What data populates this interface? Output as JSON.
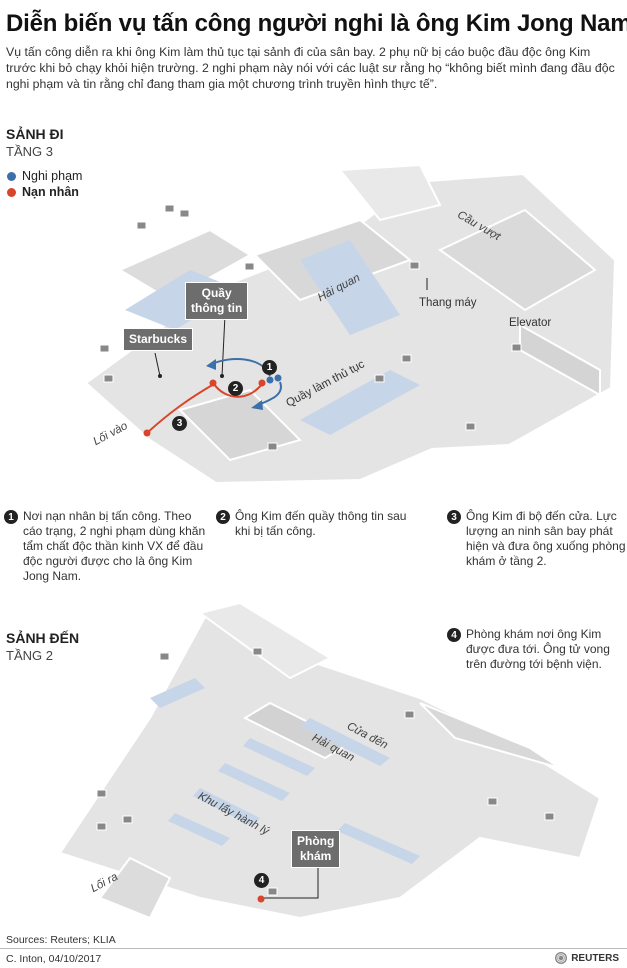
{
  "title": "Diễn biến vụ tấn công người nghi là ông Kim Jong Nam",
  "intro": "Vụ tấn công diễn ra khi ông Kim làm thủ tục tại sảnh đi của sân bay. 2 phụ nữ bị cáo buộc đầu độc ông Kim trước khi bỏ chạy khỏi hiện trường. 2 nghi phạm này nói với các luật sư rằng họ “không biết mình đang đầu độc nghi phạm và tin rằng chỉ đang tham gia một chương trình truyền hình thực tế”.",
  "departure": {
    "title": "SẢNH ĐI",
    "floor": "TẦNG 3",
    "legend": [
      {
        "label": "Nghi phạm",
        "color": "#3d6fa8"
      },
      {
        "label": "Nạn nhân",
        "color": "#d9452b"
      }
    ],
    "labels": {
      "info_desk": "Quầy\nthông tin",
      "starbucks": "Starbucks",
      "customs": "Hải quan",
      "checkin": "Quầy làm thủ tục",
      "bridge": "Cầu vượt",
      "lift": "Thang máy",
      "elevator": "Elevator",
      "entrance": "Lối vào"
    },
    "markers": [
      "1",
      "2",
      "3"
    ]
  },
  "notes": [
    {
      "num": "1",
      "text": "Nơi nạn nhân bị tấn công. Theo cáo trạng, 2 nghi phạm dùng khăn tẩm chất độc thần kinh VX để đầu độc người được cho là ông Kim Jong Nam."
    },
    {
      "num": "2",
      "text": "Ông Kim đến quầy thông tin sau khi bị tấn công."
    },
    {
      "num": "3",
      "text": "Ông Kim đi bộ đến cửa. Lực lượng an ninh sân bay phát hiện và đưa ông xuống phòng khám ở tầng 2."
    },
    {
      "num": "4",
      "text": "Phòng khám nơi ông Kim được đưa tới. Ông tử vong trên đường tới bệnh viện."
    }
  ],
  "arrival": {
    "title": "SẢNH ĐẾN",
    "floor": "TẦNG 2",
    "labels": {
      "gate": "Cửa đến",
      "customs": "Hải quan",
      "baggage": "Khu lấy hành lý",
      "clinic": "Phòng\nkhám",
      "exit": "Lối ra"
    },
    "markers": [
      "4"
    ]
  },
  "colors": {
    "floor": "#e6e6e6",
    "floor_dark": "#cfcfcf",
    "wall": "#ffffff",
    "water_blue": "#c7d5e8",
    "suspect": "#3d6fa8",
    "victim": "#d9452b"
  },
  "footer": {
    "sources": "Sources: Reuters; KLIA",
    "credit": "C. Inton,  04/10/2017",
    "brand": "REUTERS"
  }
}
